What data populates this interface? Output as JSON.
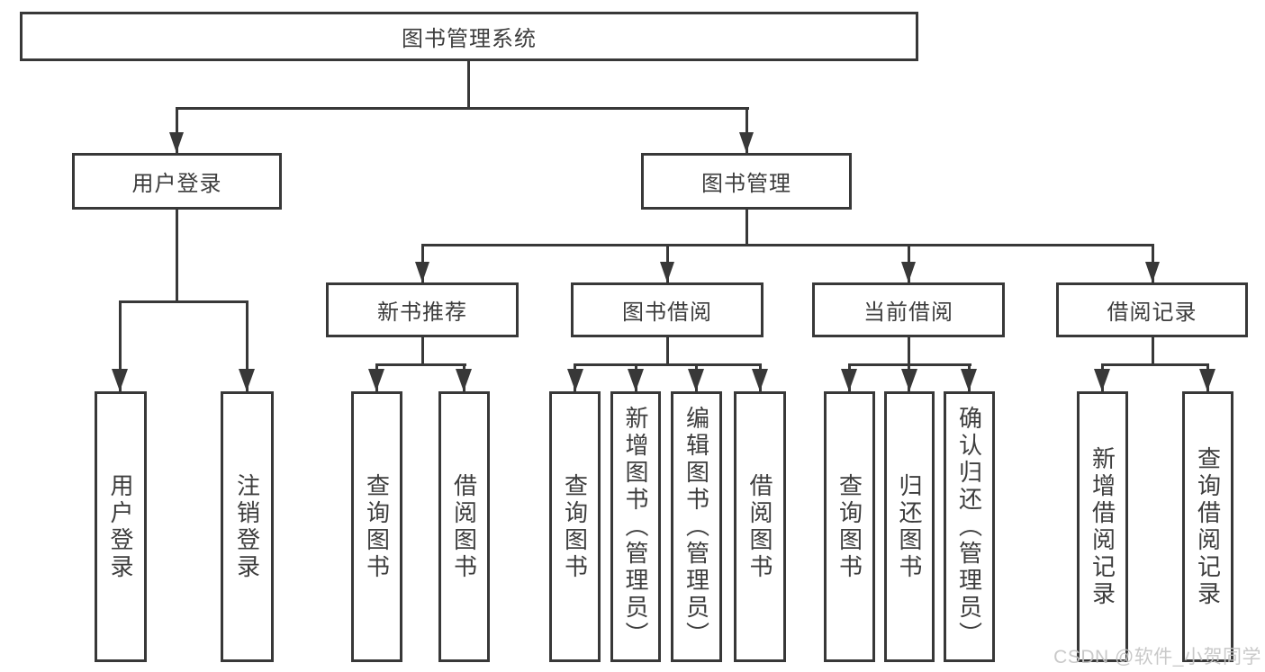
{
  "diagram_title": "图书管理系统",
  "nodes": {
    "root": "图书管理系统",
    "level2": [
      "用户登录",
      "图书管理"
    ],
    "level3": [
      "新书推荐",
      "图书借阅",
      "当前借阅",
      "借阅记录"
    ],
    "leaves_login": [
      "用户登录",
      "注销登录"
    ],
    "leaves_recommend": [
      "查询图书",
      "借阅图书"
    ],
    "leaves_borrow": [
      "查询图书",
      "新增图书（管理员）",
      "编辑图书（管理员）",
      "借阅图书"
    ],
    "leaves_current": [
      "查询图书",
      "归还图书",
      "确认归还（管理员）"
    ],
    "leaves_records": [
      "新增借阅记录",
      "查询借阅记录"
    ]
  },
  "watermark": "CSDN @软件_小贺同学",
  "colors": {
    "line": "#383838",
    "box_border": "#383838",
    "text": "#3d3d3d",
    "watermark": "#c5c5c5",
    "background": "#ffffff"
  }
}
